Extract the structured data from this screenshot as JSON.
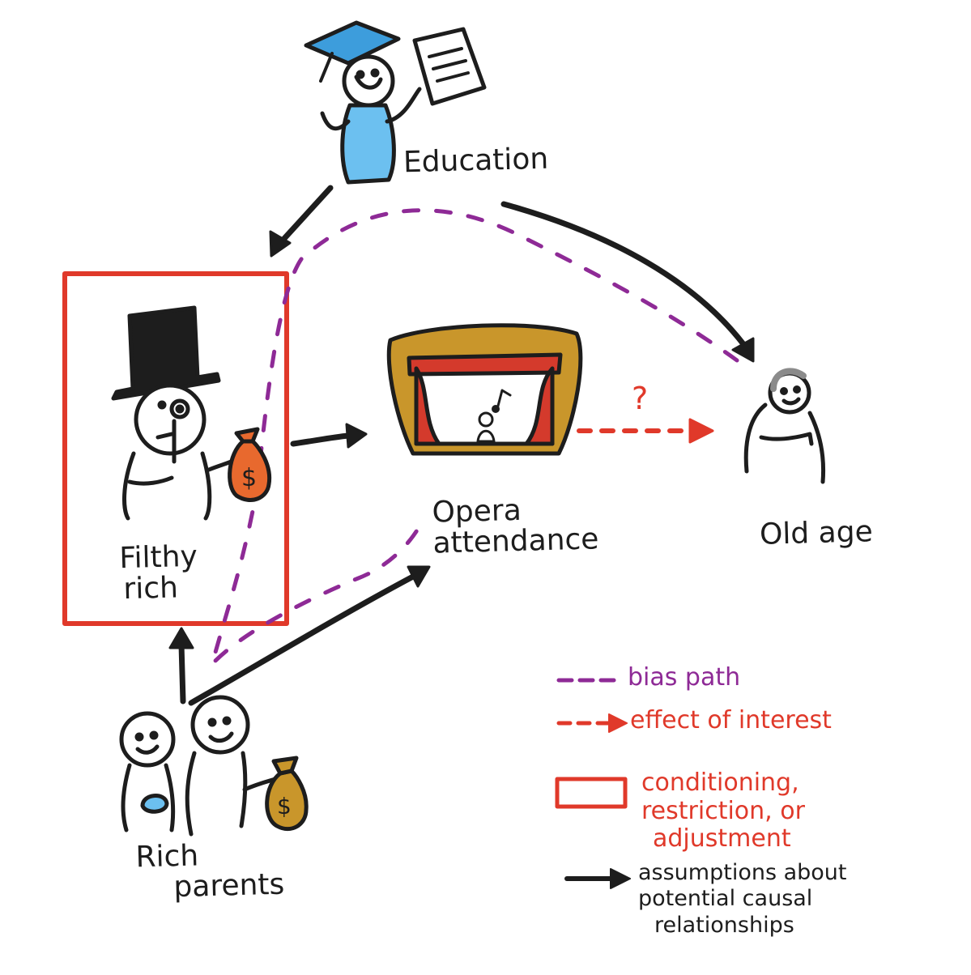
{
  "nodes": {
    "education": {
      "label": "Education"
    },
    "filthy_rich": {
      "label_line1": "Filthy",
      "label_line2": "rich"
    },
    "opera": {
      "label_line1": "Opera",
      "label_line2": "attendance"
    },
    "old_age": {
      "label": "Old age"
    },
    "rich_parents": {
      "label_line1": "Rich",
      "label_line2": "parents"
    }
  },
  "edge_labels": {
    "question_mark": "?"
  },
  "legend": {
    "bias_path": "bias path",
    "effect_of_interest": "effect of interest",
    "conditioning_line1": "conditioning,",
    "conditioning_line2": "restriction, or",
    "conditioning_line3": "adjustment",
    "assumptions_line1": "assumptions about",
    "assumptions_line2": "potential causal",
    "assumptions_line3": "relationships"
  },
  "colors": {
    "bias_path": "#8e2a96",
    "effect_of_interest": "#e0392a",
    "conditioning_box": "#e0392a",
    "causal_arrow": "#1d1d1d",
    "gown": "#6cc0f0",
    "gold": "#c9962b",
    "curtain": "#d43a2c",
    "money_bag": "#e8692e"
  }
}
